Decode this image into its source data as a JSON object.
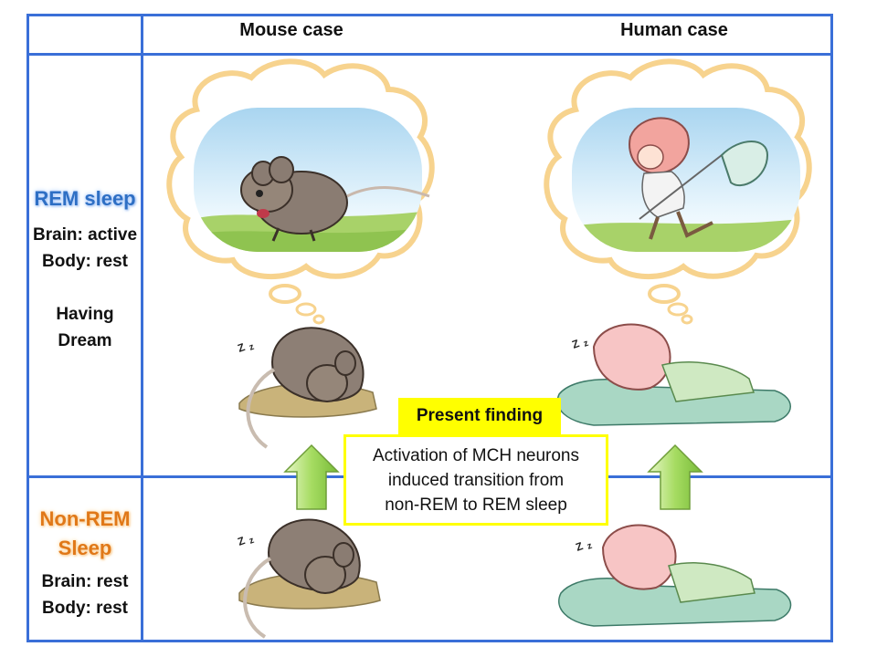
{
  "headers": {
    "mouse": "Mouse case",
    "human": "Human case"
  },
  "rem": {
    "title": "REM sleep",
    "brain": "Brain: active",
    "body": "Body: rest",
    "dream_line1": "Having",
    "dream_line2": "Dream"
  },
  "nrem": {
    "title_line1": "Non-REM",
    "title_line2": "Sleep",
    "brain": "Brain: rest",
    "body": "Body: rest"
  },
  "finding": {
    "tag": "Present finding",
    "line1": "Activation of MCH neurons",
    "line2": "induced transition from",
    "line3": "non-REM to REM sleep"
  },
  "colors": {
    "grid": "#3a6fd8",
    "rem_title": "#2e6fc4",
    "nrem_title": "#e07818",
    "finding_highlight": "#ffff00",
    "arrow_green": "#8fd04c"
  }
}
